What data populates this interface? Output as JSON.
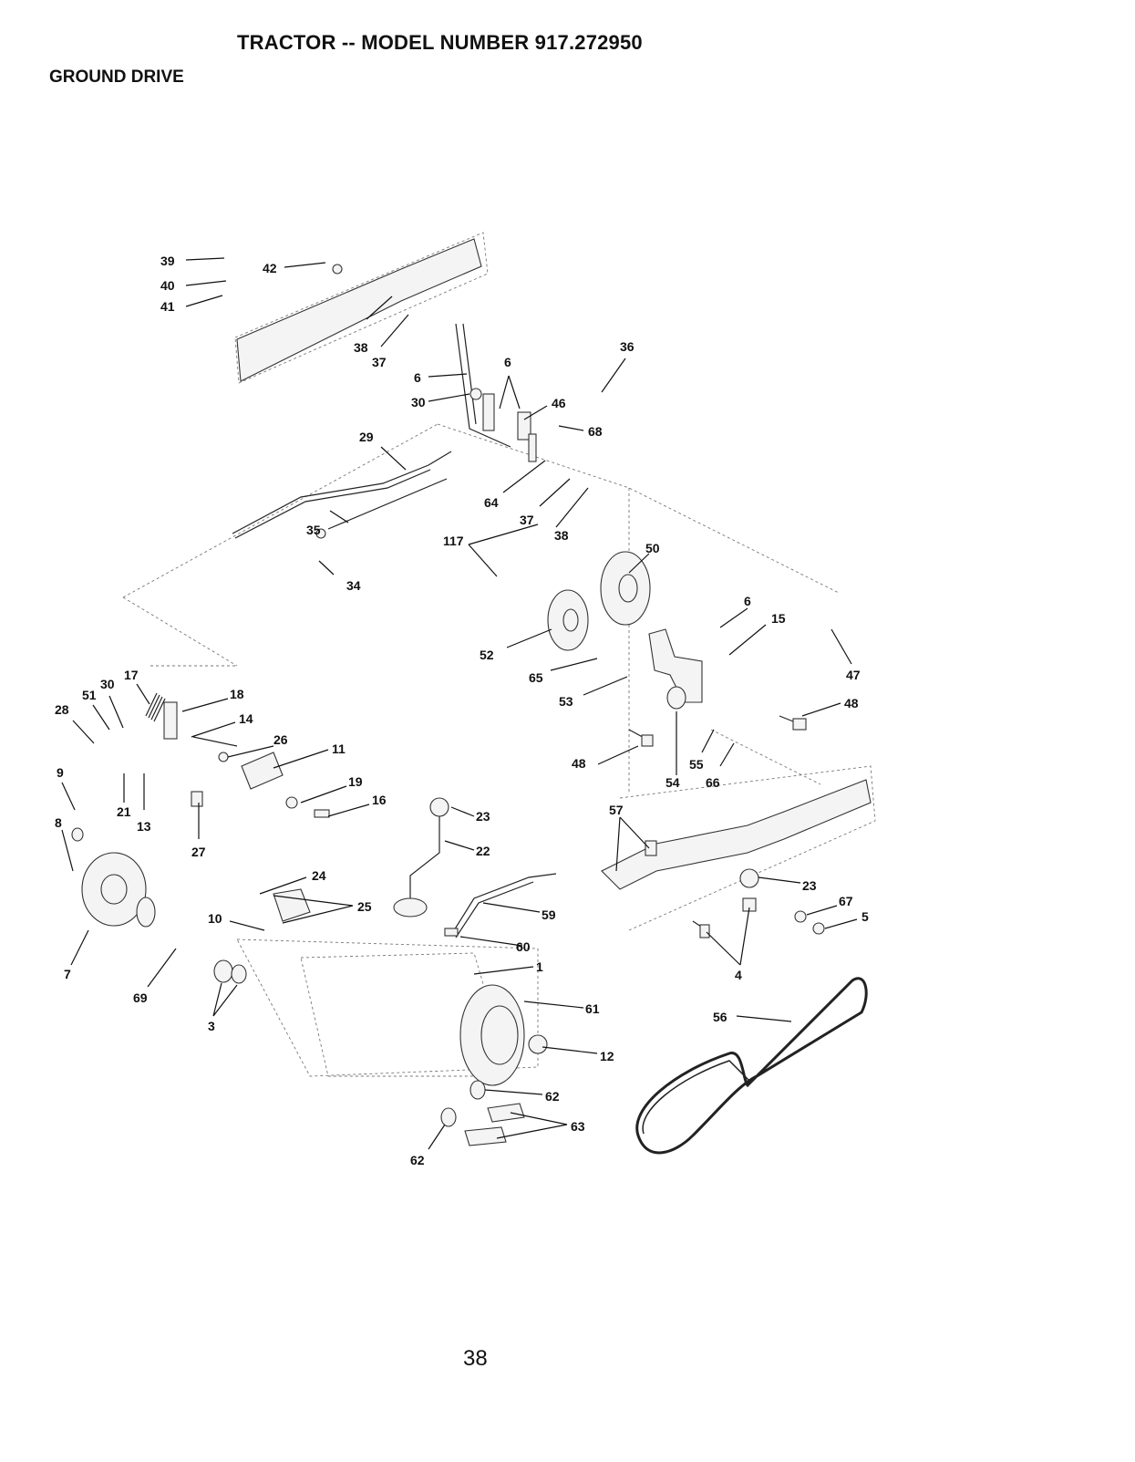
{
  "header": {
    "title": "TRACTOR -- MODEL NUMBER 917.272950",
    "section": "GROUND DRIVE"
  },
  "footer": {
    "page_number": "38"
  },
  "callouts": [
    "39",
    "40",
    "41",
    "42",
    "38",
    "37",
    "6",
    "30",
    "6",
    "46",
    "36",
    "68",
    "29",
    "64",
    "37",
    "38",
    "35",
    "34",
    "117",
    "50",
    "52",
    "6",
    "15",
    "47",
    "65",
    "53",
    "48",
    "48",
    "54",
    "55",
    "66",
    "17",
    "30",
    "51",
    "28",
    "18",
    "14",
    "26",
    "11",
    "19",
    "16",
    "9",
    "21",
    "13",
    "8",
    "27",
    "23",
    "22",
    "57",
    "24",
    "25",
    "10",
    "59",
    "23",
    "67",
    "5",
    "60",
    "4",
    "1",
    "7",
    "69",
    "3",
    "61",
    "56",
    "12",
    "62",
    "63",
    "62"
  ]
}
